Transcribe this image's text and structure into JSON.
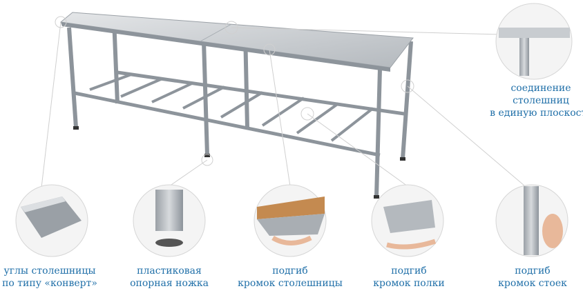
{
  "features": [
    {
      "id": "joint",
      "lines": [
        "соединение",
        "столешниц",
        "в единую плоскость"
      ]
    },
    {
      "id": "corners",
      "lines": [
        "углы столешницы",
        "по типу «конверт»"
      ]
    },
    {
      "id": "foot",
      "lines": [
        "пластиковая",
        "опорная ножка"
      ]
    },
    {
      "id": "top-edge",
      "lines": [
        "подгиб",
        "кромок столешницы"
      ]
    },
    {
      "id": "shelf-edge",
      "lines": [
        "подгиб",
        "кромок полки"
      ]
    },
    {
      "id": "leg-edge",
      "lines": [
        "подгиб",
        "кромок стоек"
      ]
    }
  ],
  "colors": {
    "text": "#1f6fa8",
    "steel": "#b9bec4",
    "steel_dark": "#8d949b",
    "circle": "#d6d6d6"
  }
}
